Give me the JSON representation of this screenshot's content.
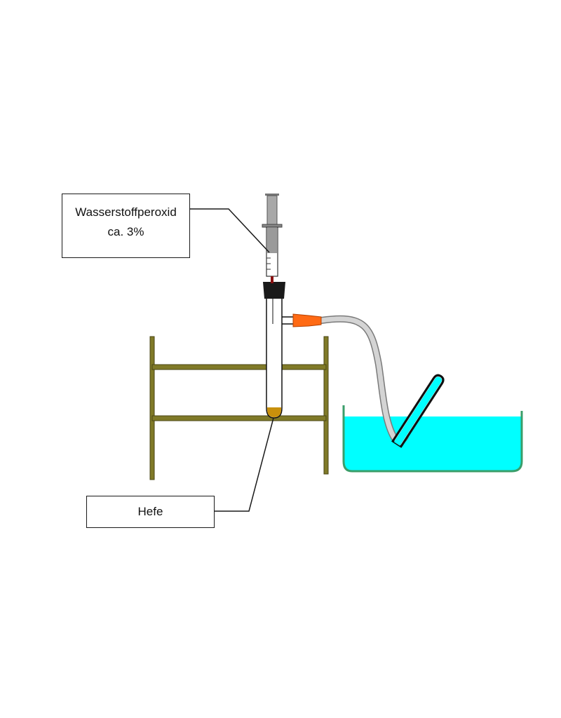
{
  "diagram": {
    "labels": {
      "hydrogen_peroxide_line1": "Wasserstoffperoxid",
      "hydrogen_peroxide_line2": "ca. 3%",
      "yeast": "Hefe"
    },
    "colors": {
      "stand": "#807a28",
      "water": "#00ffff",
      "basin_edge": "#3a9e6a",
      "connector": "#ff6a14",
      "hose": "#d4d4d4",
      "yeast": "#c8900c",
      "stopper": "#1a1a1a",
      "line": "#1a1a1a"
    },
    "icons": [
      "syringe-icon",
      "test-tube-icon",
      "stand-icon",
      "water-basin-icon",
      "collection-tube-icon"
    ]
  }
}
